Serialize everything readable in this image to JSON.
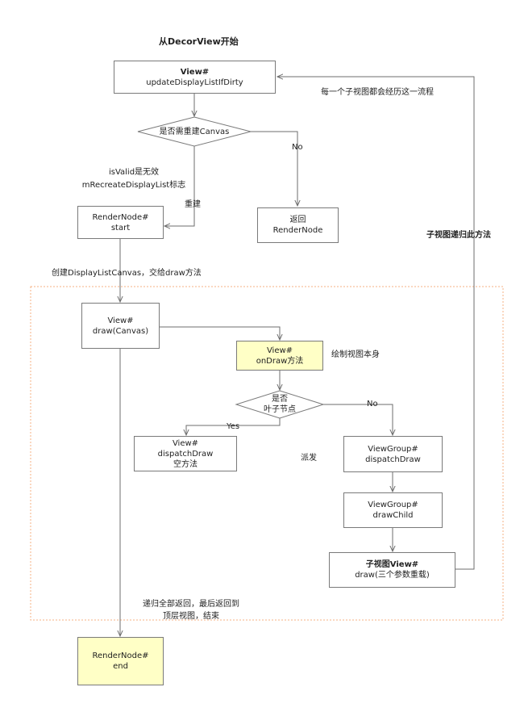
{
  "title": "从DecorView开始",
  "nodes": {
    "view_update": {
      "line1": "View#",
      "line2": "updateDisplayListIfDirty"
    },
    "need_rebuild": {
      "label": "是否需重建Canvas"
    },
    "rendernode_start": {
      "line1": "RenderNode#",
      "line2": "start"
    },
    "return_rendernode": {
      "line1": "返回",
      "line2": "RenderNode"
    },
    "view_draw": {
      "line1": "View#",
      "line2": "draw(Canvas)"
    },
    "view_ondraw": {
      "line1": "View#",
      "line2": "onDraw方法"
    },
    "is_leaf": {
      "line1": "是否",
      "line2": "叶子节点"
    },
    "view_dispatchdraw": {
      "line1": "View#",
      "line2": "dispatchDraw",
      "line3": "空方法"
    },
    "viewgroup_dispatchdraw": {
      "line1": "ViewGroup#",
      "line2": "dispatchDraw"
    },
    "viewgroup_drawchild": {
      "line1": "ViewGroup#",
      "line2": "drawChild"
    },
    "child_view_draw": {
      "line1": "子视图View#",
      "line2": "draw(三个参数重载)"
    },
    "rendernode_end": {
      "line1": "RenderNode#",
      "line2": "end"
    }
  },
  "edge_labels": {
    "no_top": "No",
    "rebuild": "重建",
    "is_valid_line1": "isValid是无效",
    "is_valid_line2": "mRecreateDisplayList标志",
    "create_canvas": "创建DisplayListCanvas，交给draw方法",
    "yes": "Yes",
    "no_leaf": "No",
    "every_child": "每一个子视图都会经历这一流程",
    "recursive": "子视图递归此方法"
  },
  "annotations": {
    "draw_self": "绘制视图本身",
    "dispatch": "派发",
    "return_all_line1": "递归全部返回，最后返回到",
    "return_all_line2": "顶层视图，结束"
  },
  "colors": {
    "line": "#6e6e6e",
    "box_border": "#7a7a7a",
    "highlight_fill": "#ffffc6",
    "dashed_region": "#f4b183"
  }
}
